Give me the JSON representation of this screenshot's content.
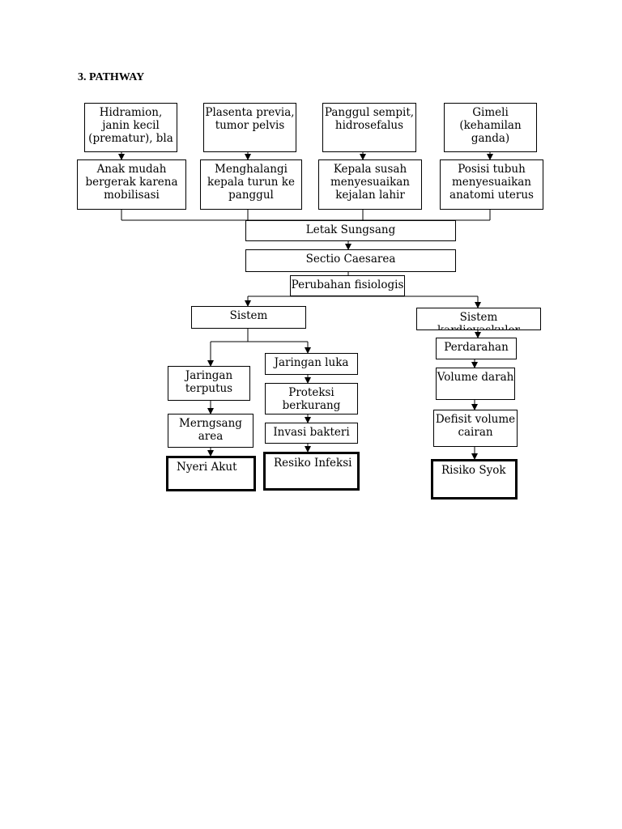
{
  "heading": "3. PATHWAY",
  "causes": [
    {
      "text": "Hidramion, janin kecil (prematur), bla"
    },
    {
      "text": "Plasenta previa, tumor pelvis"
    },
    {
      "text": "Panggul sempit, hidrosefalus"
    },
    {
      "text": "Gimeli (kehamilan ganda)"
    }
  ],
  "effects": [
    {
      "text": "Anak mudah bergerak karena mobilisasi"
    },
    {
      "text": "Menghalangi kepala turun ke panggul"
    },
    {
      "text": "Kepala susah menyesuaikan kejalan lahir"
    },
    {
      "text": "Posisi tubuh menyesuaikan anatomi uterus"
    }
  ],
  "flow": {
    "letak_sungsang": "Letak Sungsang",
    "sectio_caesarea": "Sectio Caesarea",
    "perubahan": "Perubahan fisiologis"
  },
  "left_branch": {
    "sistem": "Sistem",
    "jaringan_terputus": "Jaringan terputus",
    "merangsang_area": "Merngsang area",
    "nyeri_akut": "Nyeri Akut",
    "jaringan": "Jaringan luka",
    "proteksi": "Proteksi berkurang",
    "invasi": "Invasi bakteri",
    "resiko_infeksi": "Resiko Infeksi"
  },
  "right_branch": {
    "sistem": "Sistem kardiovaskuler",
    "perdarahan": "Perdarahan",
    "volume_darah": "Volume darah",
    "defisit_volume": "Defisit volume cairan",
    "risiko_syok": "Risiko Syok"
  }
}
